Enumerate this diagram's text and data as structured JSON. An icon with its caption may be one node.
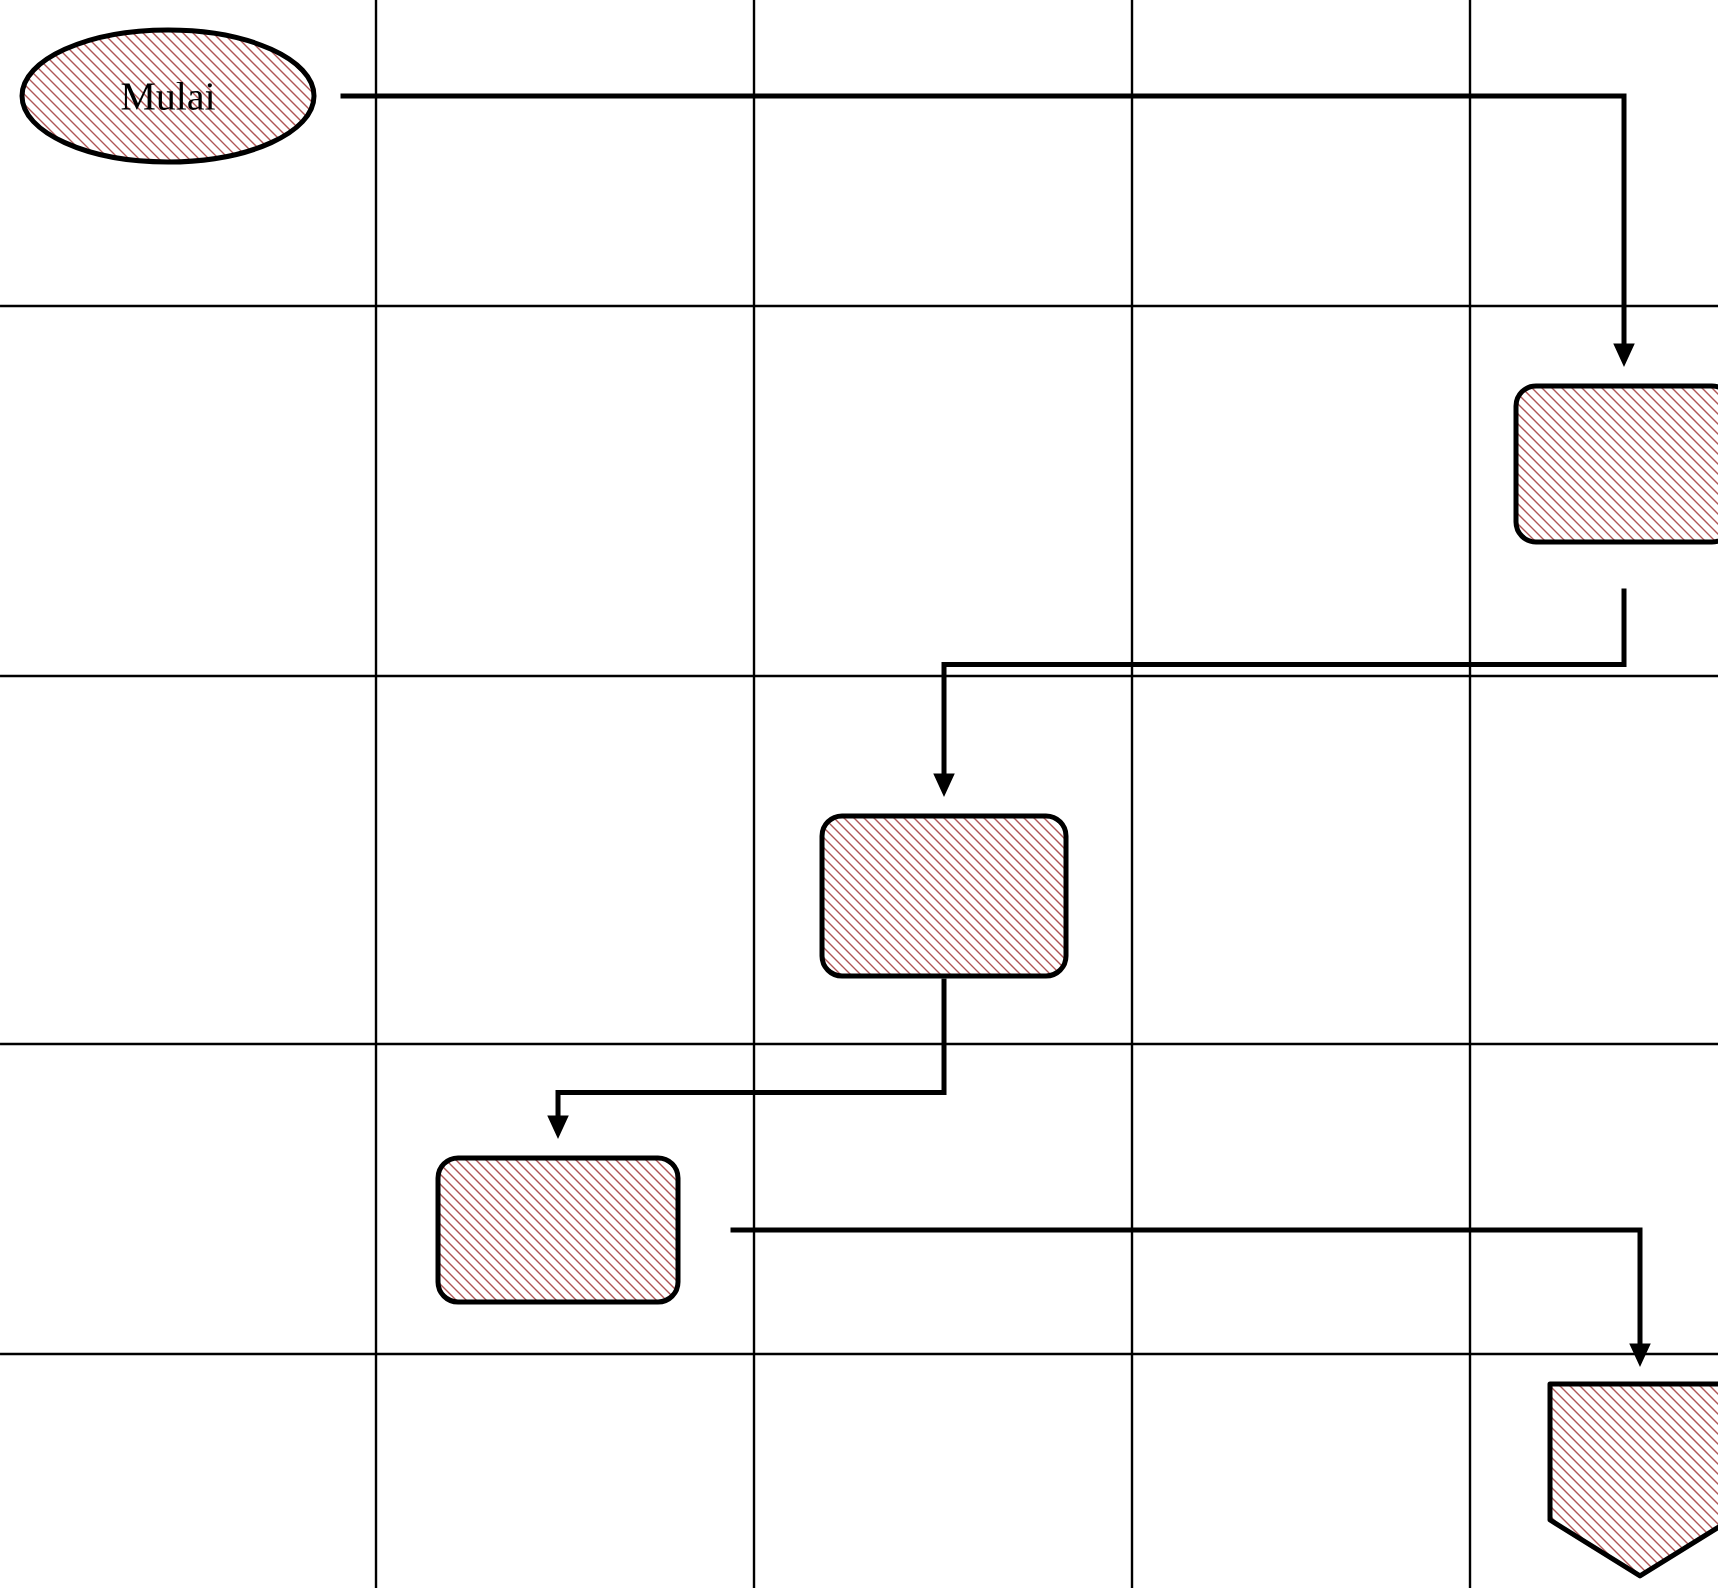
{
  "diagram": {
    "nodes": [
      {
        "text": [
          "Mulai"
        ]
      },
      {
        "text": [],
        "shape": "box"
      },
      {
        "text": [],
        "shape": "box"
      },
      {
        "text": [],
        "shape": "box"
      },
      {
        "text": [],
        "shape": "pentagon"
      }
    ],
    "edges": [
      {
        "from": 0,
        "to": 1,
        "arrow": "to"
      },
      {
        "from": 1,
        "to": 2,
        "arrow": "to"
      },
      {
        "from": 2,
        "to": 3,
        "arrow": "to"
      },
      {
        "from": 3,
        "to": 4,
        "arrow": "to"
      }
    ]
  }
}
